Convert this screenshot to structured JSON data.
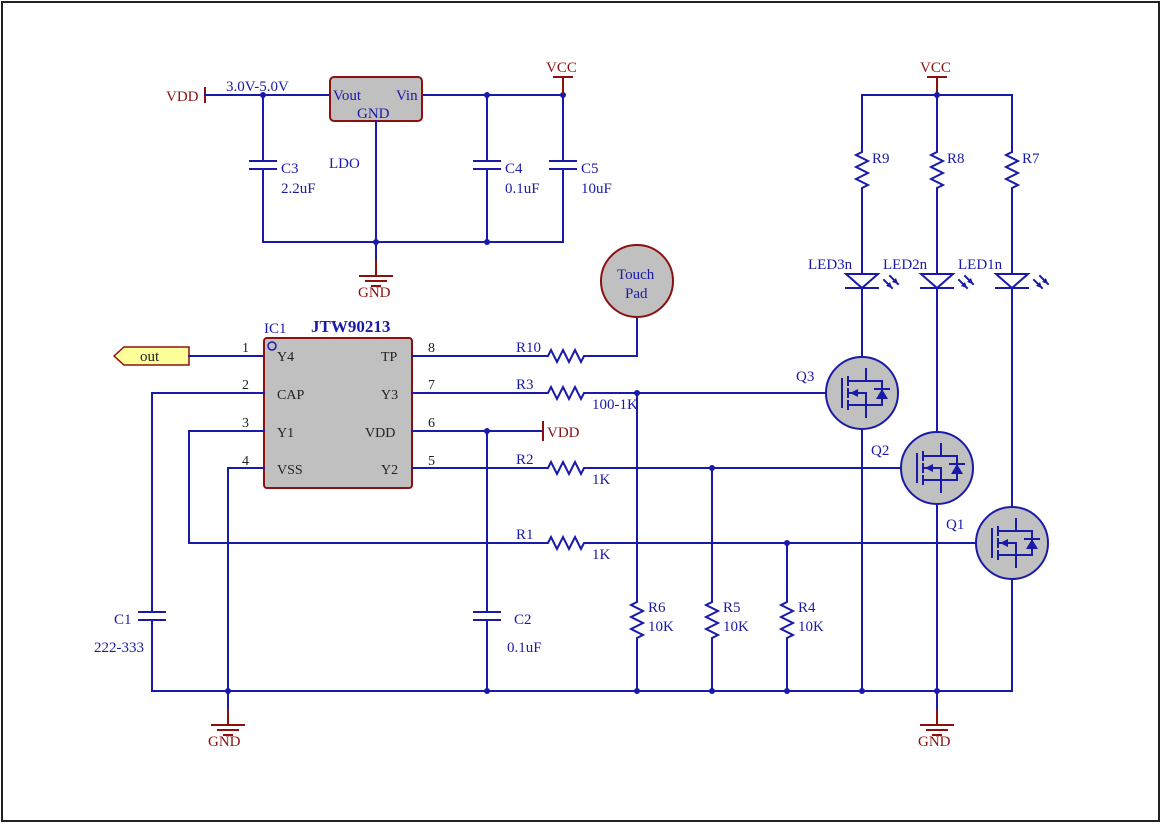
{
  "power": {
    "vdd": "VDD",
    "vcc": "VCC",
    "gnd": "GND",
    "input_range": "3.0V-5.0V"
  },
  "ldo": {
    "name": "LDO",
    "pin_vout": "Vout",
    "pin_vin": "Vin",
    "pin_gnd": "GND"
  },
  "ic": {
    "ref": "IC1",
    "part": "JTW90213",
    "left_pins": [
      {
        "num": "1",
        "name": "Y4"
      },
      {
        "num": "2",
        "name": "CAP"
      },
      {
        "num": "3",
        "name": "Y1"
      },
      {
        "num": "4",
        "name": "VSS"
      }
    ],
    "right_pins": [
      {
        "num": "8",
        "name": "TP"
      },
      {
        "num": "7",
        "name": "Y3"
      },
      {
        "num": "6",
        "name": "VDD"
      },
      {
        "num": "5",
        "name": "Y2"
      }
    ]
  },
  "port_out": "out",
  "touch_pad": {
    "line1": "Touch",
    "line2": "Pad"
  },
  "capacitors": [
    {
      "ref": "C1",
      "value": "222-333"
    },
    {
      "ref": "C2",
      "value": "0.1uF"
    },
    {
      "ref": "C3",
      "value": "2.2uF"
    },
    {
      "ref": "C4",
      "value": "0.1uF"
    },
    {
      "ref": "C5",
      "value": "10uF"
    }
  ],
  "resistors": [
    {
      "ref": "R1",
      "value": "1K"
    },
    {
      "ref": "R2",
      "value": "1K"
    },
    {
      "ref": "R3",
      "value": "100-1K"
    },
    {
      "ref": "R4",
      "value": "10K"
    },
    {
      "ref": "R5",
      "value": "10K"
    },
    {
      "ref": "R6",
      "value": "10K"
    },
    {
      "ref": "R7",
      "value": ""
    },
    {
      "ref": "R8",
      "value": ""
    },
    {
      "ref": "R9",
      "value": ""
    },
    {
      "ref": "R10",
      "value": ""
    }
  ],
  "leds": [
    "LED1n",
    "LED2n",
    "LED3n"
  ],
  "transistors": [
    "Q1",
    "Q2",
    "Q3"
  ],
  "colors": {
    "wire": "#1a1aa8",
    "power": "#8b1010",
    "component_fill": "#c0c0c0",
    "port_fill": "#ffff99"
  }
}
